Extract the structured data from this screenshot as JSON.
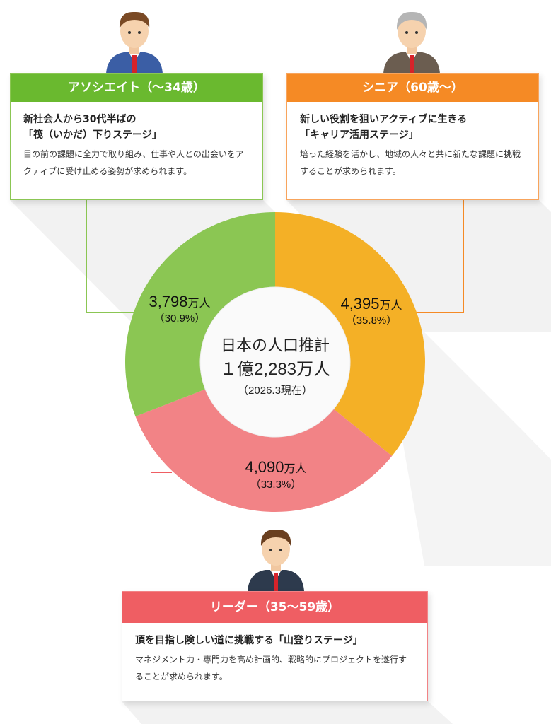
{
  "colors": {
    "associate": "#6ab92f",
    "senior": "#f58a25",
    "leader": "#ef5e63",
    "seg_associate": "#8bc653",
    "seg_senior": "#f4b026",
    "seg_leader": "#f28386"
  },
  "cards": {
    "associate": {
      "header": "アソシエイト（〜34歳）",
      "title1": "新社会人から30代半ばの",
      "title2": "「筏（いかだ）下りステージ」",
      "text": "目の前の課題に全力で取り組み、仕事や人との出会いをアクティブに受け止める姿勢が求められます。"
    },
    "senior": {
      "header": "シニア（60歳〜）",
      "title1": "新しい役割を狙いアクティブに生きる",
      "title2": "「キャリア活用ステージ」",
      "text": "培った経験を活かし、地域の人々と共に新たな課題に挑戦することが求められます。"
    },
    "leader": {
      "header": "リーダー（35〜59歳）",
      "title1": "頂を目指し険しい道に挑戦する「山登りステージ」",
      "text": "マネジメント力・専門力を高め計画的、戦略的にプロジェクトを遂行することが求められます。"
    }
  },
  "chart_data": {
    "type": "pie",
    "donut": true,
    "center_title": "日本の人口推計",
    "center_value": "１億2,283万人",
    "center_note": "（2026.3現在）",
    "unit": "万人",
    "slices": [
      {
        "name": "シニア",
        "value": 4395,
        "value_label": "4,395",
        "percent": 35.8,
        "percent_label": "（35.8%）",
        "color": "#f4b026"
      },
      {
        "name": "リーダー",
        "value": 4090,
        "value_label": "4,090",
        "percent": 33.3,
        "percent_label": "（33.3%）",
        "color": "#f28386"
      },
      {
        "name": "アソシエイト",
        "value": 3798,
        "value_label": "3,798",
        "percent": 30.9,
        "percent_label": "（30.9%）",
        "color": "#8bc653"
      }
    ]
  }
}
